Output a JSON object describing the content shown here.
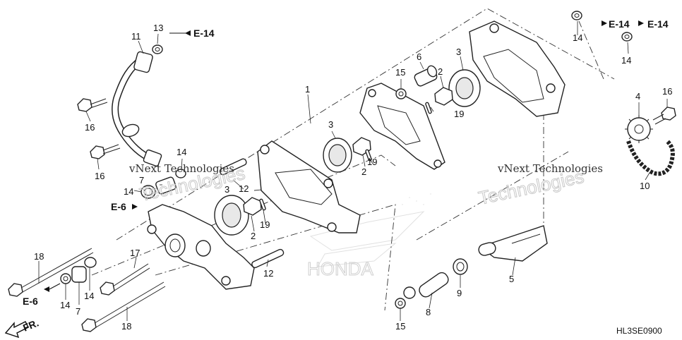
{
  "diagram_code": "HL3SE0900",
  "front_label": "FR.",
  "watermark": [
    "vNext Technologies",
    "Technologies"
  ],
  "ref_labels": {
    "e14": "E-14",
    "e6": "E-6"
  },
  "callouts": {
    "p1": "1",
    "p2": "2",
    "p3": "3",
    "p4": "4",
    "p5": "5",
    "p6": "6",
    "p7": "7",
    "p8": "8",
    "p9": "9",
    "p10": "10",
    "p11": "11",
    "p12": "12",
    "p13": "13",
    "p14": "14",
    "p15": "15",
    "p16": "16",
    "p17": "17",
    "p18": "18",
    "p19": "19"
  }
}
